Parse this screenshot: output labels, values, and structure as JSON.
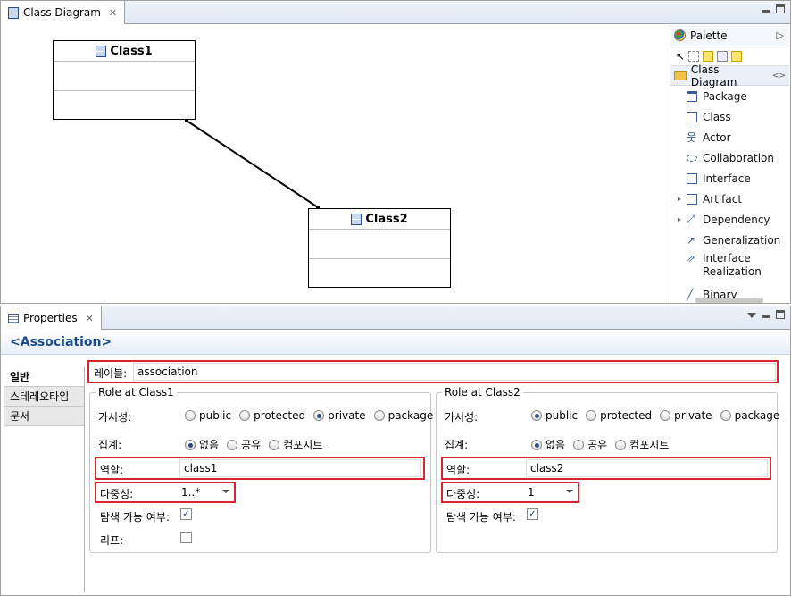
{
  "editor": {
    "tab_label": "Class Diagram",
    "class1": {
      "name": "Class1"
    },
    "class2": {
      "name": "Class2"
    }
  },
  "palette": {
    "title": "Palette",
    "drawer": "Class Diagram",
    "items": [
      "Package",
      "Class",
      "Actor",
      "Collaboration",
      "Interface",
      "Artifact",
      "Dependency",
      "Generalization",
      "Interface Realization",
      "Binary"
    ]
  },
  "properties": {
    "tab_label": "Properties",
    "title": "<Association>",
    "side_tabs": [
      "일반",
      "스테레오타입",
      "문서"
    ],
    "label_caption": "레이블:",
    "label_value": "association",
    "role1": {
      "title": "Role at Class1",
      "visibility_caption": "가시성:",
      "visibility_options": [
        "public",
        "protected",
        "private",
        "package"
      ],
      "visibility_selected": "private",
      "aggregation_caption": "집계:",
      "aggregation_options": [
        "없음",
        "공유",
        "컴포지트"
      ],
      "aggregation_selected": "없음",
      "role_caption": "역할:",
      "role_value": "class1",
      "multiplicity_caption": "다중성:",
      "multiplicity_value": "1..*",
      "navigable_caption": "탐색 가능 여부:",
      "navigable": true,
      "leaf_caption": "리프:",
      "leaf": false
    },
    "role2": {
      "title": "Role at Class2",
      "visibility_caption": "가시성:",
      "visibility_options": [
        "public",
        "protected",
        "private",
        "package"
      ],
      "visibility_selected": "public",
      "aggregation_caption": "집계:",
      "aggregation_options": [
        "없음",
        "공유",
        "컴포지트"
      ],
      "aggregation_selected": "없음",
      "role_caption": "역할:",
      "role_value": "class2",
      "multiplicity_caption": "다중성:",
      "multiplicity_value": "1",
      "navigable_caption": "탐색 가능 여부:",
      "navigable": true
    }
  },
  "colors": {
    "highlight": "#d9232e",
    "accent": "#1b4b8c"
  }
}
